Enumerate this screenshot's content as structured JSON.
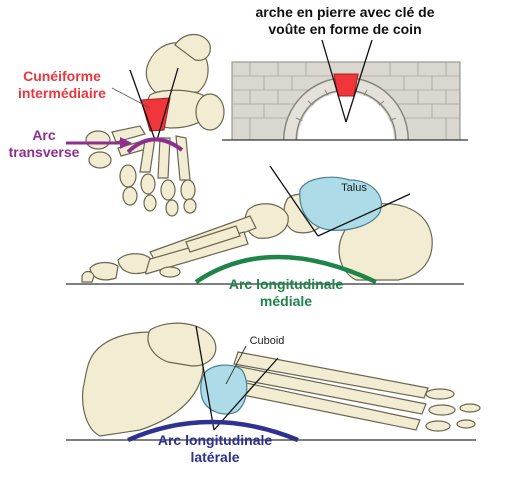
{
  "labels": {
    "bridge_title_line1": "arche en pierre avec clé de",
    "bridge_title_line2": "voûte en forme de coin",
    "cuneiform_line1": "Cunéiforme",
    "cuneiform_line2": "intermédiaire",
    "transverse_line1": "Arc",
    "transverse_line2": "transverse",
    "talus": "Talus",
    "medial_line1": "Arc longitudinale",
    "medial_line2": "médiale",
    "cuboid": "Cuboid",
    "lateral_line1": "Arc longitudinale",
    "lateral_line2": "latérale"
  },
  "colors": {
    "keystone": "#f0353b",
    "transverse_arch": "#8e2f8e",
    "medial_arch": "#1e8449",
    "lateral_arch": "#2e3192",
    "bone_fill": "#f2ecd2",
    "bone_outline": "#6b6650",
    "highlight_bone": "#aedbe8",
    "stone": "#d9d7d0"
  }
}
